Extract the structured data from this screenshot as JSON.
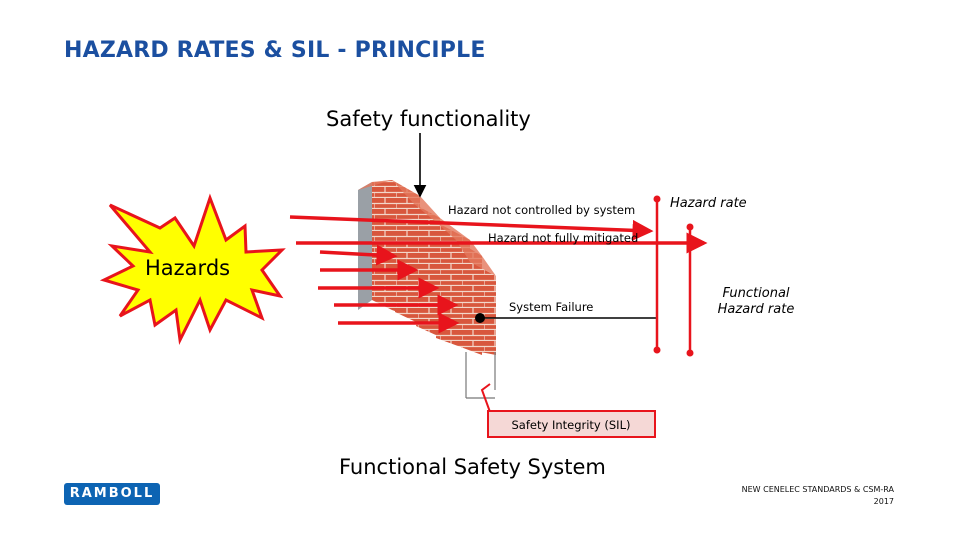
{
  "slide": {
    "title": "HAZARD RATES & SIL - PRINCIPLE",
    "logo_text": "RAMBOLL",
    "footer_line1": "NEW CENELEC STANDARDS & CSM-RA",
    "footer_line2": "2017"
  },
  "diagram": {
    "safety_functionality_label": "Safety functionality",
    "hazards_label": "Hazards",
    "not_controlled_label": "Hazard not controlled by system",
    "not_fully_mitigated_label": "Hazard not fully mitigated",
    "hazard_rate_label": "Hazard rate",
    "system_failure_label": "System Failure",
    "functional_hazard_rate_line1": "Functional",
    "functional_hazard_rate_line2": "Hazard rate",
    "sil_label": "Safety Integrity (SIL)",
    "system_label": "Functional Safety System",
    "colors": {
      "arrow": "#e8141c",
      "burst_fill": "#ffff00",
      "burst_stroke": "#e8141c",
      "brick": "#d8573d",
      "title": "#1b4fa0",
      "logo": "#0d64b3"
    }
  }
}
